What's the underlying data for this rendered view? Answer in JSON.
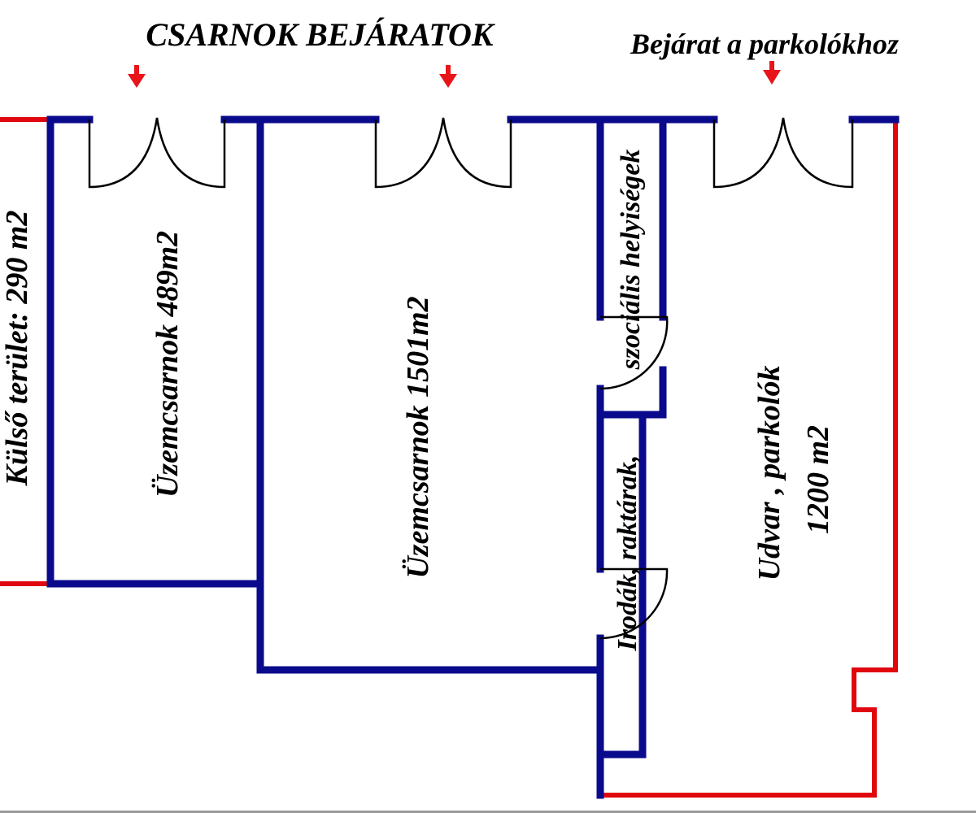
{
  "headings": {
    "hall_entrances": "CSARNOK BEJÁRATOK",
    "parking_entrance": "Bejárat a parkolókhoz"
  },
  "rooms": [
    {
      "id": "outer-area",
      "label": "Külső terület: 290 m2",
      "area_m2": 290
    },
    {
      "id": "hall-1",
      "label": "Üzemcsarnok 489m2",
      "area_m2": 489
    },
    {
      "id": "hall-2",
      "label": "Üzemcsarnok 1501m2",
      "area_m2": 1501
    },
    {
      "id": "offices-social",
      "label": "Irodák, raktárak, szociális helyiségek",
      "label_lower": "Irodák, raktárak,",
      "label_upper": "szociális helyiségek"
    },
    {
      "id": "yard-parking",
      "label_line1": "Udvar , parkolók",
      "label_line2": "1200 m2",
      "area_m2": 1200
    }
  ],
  "entrance_markers": [
    {
      "icon": "arrow-down-icon",
      "target": "hall-1"
    },
    {
      "icon": "arrow-down-icon",
      "target": "hall-2"
    },
    {
      "icon": "arrow-down-icon",
      "target": "yard-parking"
    }
  ],
  "colors": {
    "interior_wall": "#0a0a8c",
    "exterior_boundary": "#e0070e",
    "door": "#000000",
    "arrow": "#e8141a",
    "text": "#000000",
    "background": "#ffffff"
  }
}
